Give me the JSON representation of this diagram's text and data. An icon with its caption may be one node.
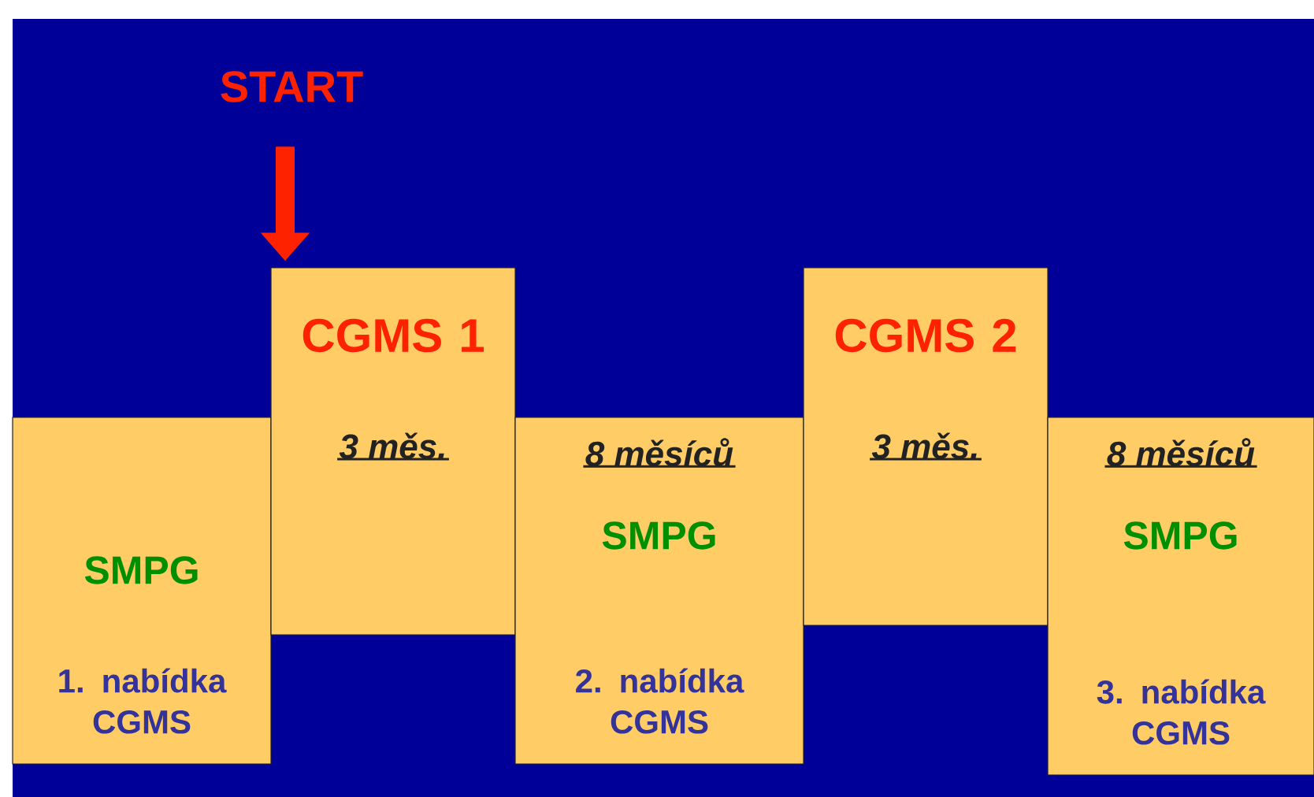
{
  "diagram": {
    "nodes": [
      {
        "text": [
          "START"
        ]
      },
      {
        "text": [
          "SMPG",
          "1. nabídka CGMS"
        ]
      },
      {
        "text": [
          "CGMS 1",
          "3 měs."
        ]
      },
      {
        "text": [
          "8 měsíců",
          "SMPG",
          "2. nabídka CGMS"
        ]
      },
      {
        "text": [
          "CGMS 2",
          "3 měs."
        ]
      },
      {
        "text": [
          "8 měsíců",
          "SMPG",
          "3. nabídka CGMS"
        ]
      }
    ],
    "edges": [
      {
        "from": 0,
        "to": 2,
        "arrow": "to"
      }
    ]
  }
}
